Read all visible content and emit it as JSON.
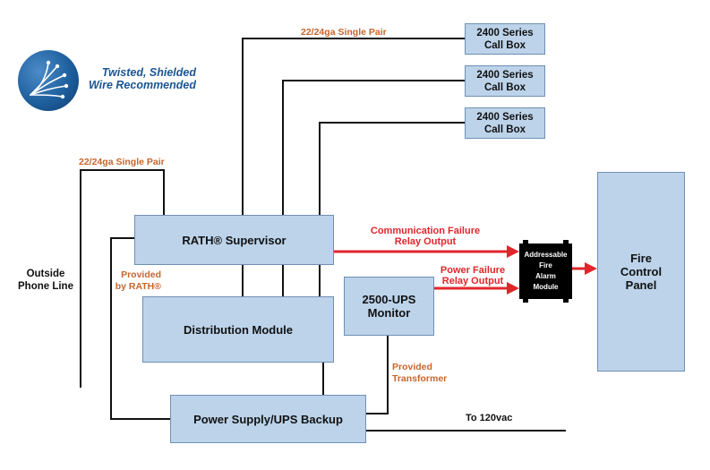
{
  "logo": {
    "line1": "Twisted, Shielded",
    "line2": "Wire Recommended"
  },
  "call_boxes": [
    {
      "line1": "2400 Series",
      "line2": "Call Box"
    },
    {
      "line1": "2400 Series",
      "line2": "Call Box"
    },
    {
      "line1": "2400 Series",
      "line2": "Call Box"
    }
  ],
  "labels": {
    "single_pair_top": "22/24ga Single Pair",
    "single_pair_left": "22/24ga Single Pair",
    "outside_phone_line_1": "Outside",
    "outside_phone_line_2": "Phone Line",
    "provided_by_rath_1": "Provided",
    "provided_by_rath_2": "by RATH®",
    "provided_transformer_1": "Provided",
    "provided_transformer_2": "Transformer",
    "to_120vac": "To 120vac",
    "comm_failure_1": "Communication Failure",
    "comm_failure_2": "Relay Output",
    "power_failure_1": "Power Failure",
    "power_failure_2": "Relay Output"
  },
  "boxes": {
    "rath_supervisor": "RATH® Supervisor",
    "distribution_module": "Distribution Module",
    "ups_monitor_1": "2500-UPS",
    "ups_monitor_2": "Monitor",
    "power_supply": "Power Supply/UPS Backup",
    "fire_panel_1": "Fire",
    "fire_panel_2": "Control",
    "fire_panel_3": "Panel"
  },
  "faam": {
    "line1": "Addressable",
    "line2": "Fire",
    "line3": "Alarm",
    "line4": "Module"
  },
  "colors": {
    "box_fill": "#bcd3ea",
    "box_border": "#6f8fb5",
    "label_orange": "#c8652a",
    "relay_red": "#e0262b",
    "logo_blue": "#1a5592"
  }
}
